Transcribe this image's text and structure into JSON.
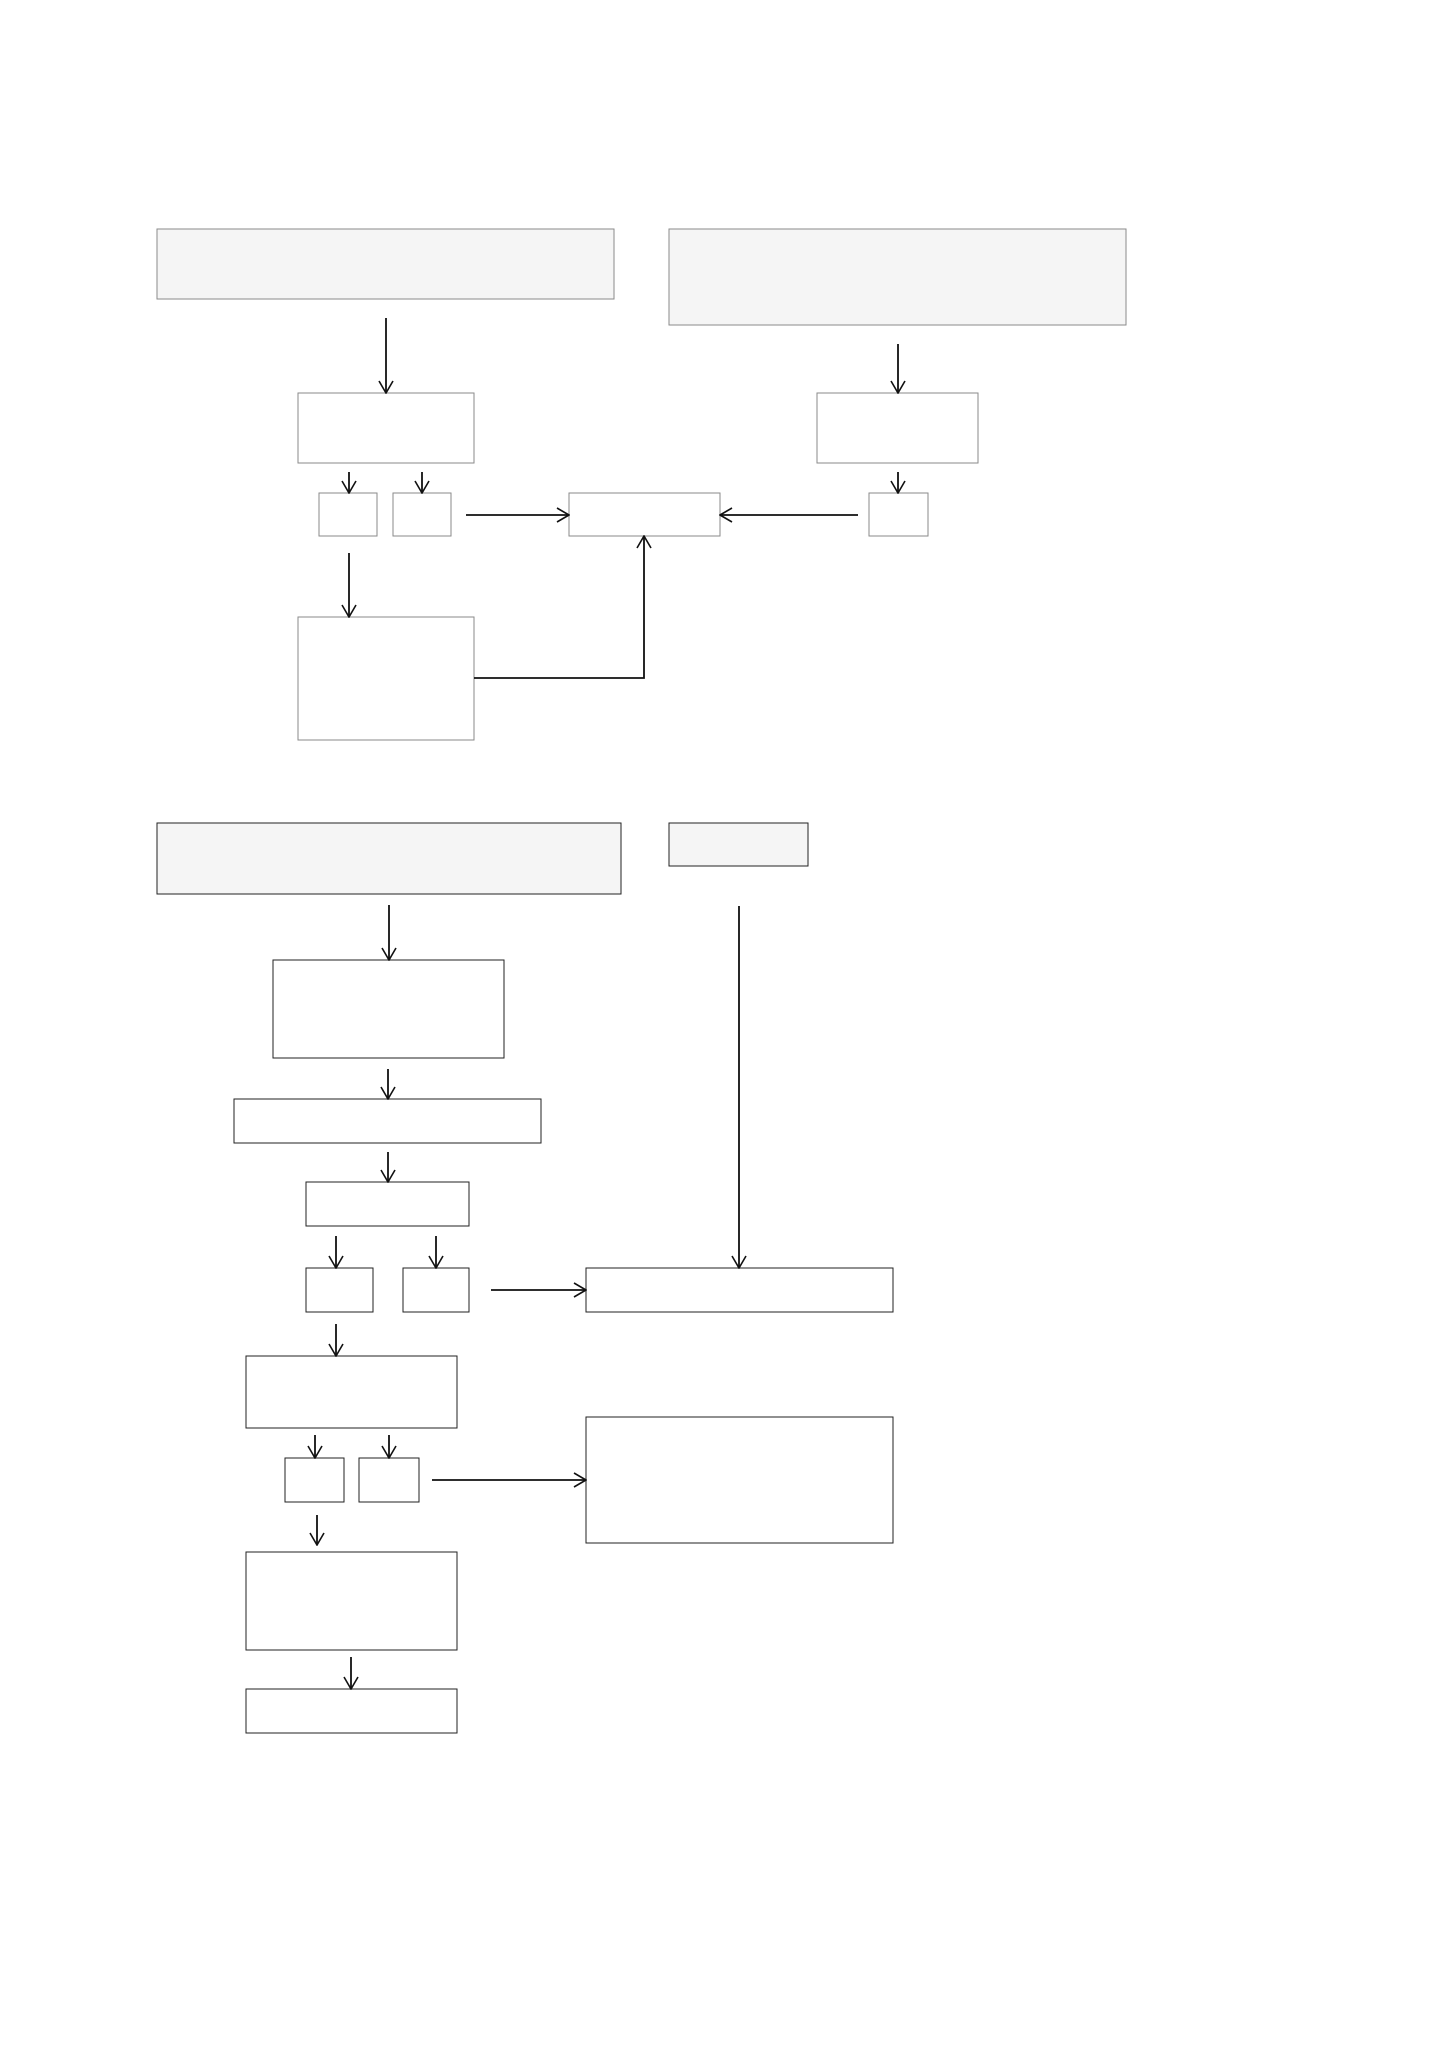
{
  "colors": {
    "background": "#ffffff",
    "header_fill": "#f5f5f5",
    "box_fill": "#ffffff",
    "stroke_light": "#8a8a8a",
    "stroke_dark": "#222222",
    "arrow": "#111111"
  },
  "diagrams": [
    {
      "name": "upper-flowchart",
      "boxes": [
        {
          "id": "header-left",
          "text": ""
        },
        {
          "id": "header-right",
          "text": ""
        },
        {
          "id": "step-left",
          "text": ""
        },
        {
          "id": "step-right",
          "text": ""
        },
        {
          "id": "option-left-a",
          "text": ""
        },
        {
          "id": "option-left-b",
          "text": ""
        },
        {
          "id": "outcome-center",
          "text": ""
        },
        {
          "id": "option-right",
          "text": ""
        },
        {
          "id": "detail-left",
          "text": ""
        }
      ]
    },
    {
      "name": "lower-flowchart",
      "boxes": [
        {
          "id": "header-main",
          "text": ""
        },
        {
          "id": "header-side",
          "text": ""
        },
        {
          "id": "step-1",
          "text": ""
        },
        {
          "id": "step-2",
          "text": ""
        },
        {
          "id": "step-3",
          "text": ""
        },
        {
          "id": "option-a",
          "text": ""
        },
        {
          "id": "option-b",
          "text": ""
        },
        {
          "id": "result-1",
          "text": ""
        },
        {
          "id": "step-4",
          "text": ""
        },
        {
          "id": "option-c",
          "text": ""
        },
        {
          "id": "option-d",
          "text": ""
        },
        {
          "id": "result-2",
          "text": ""
        },
        {
          "id": "step-5",
          "text": ""
        },
        {
          "id": "step-6",
          "text": ""
        }
      ]
    }
  ]
}
